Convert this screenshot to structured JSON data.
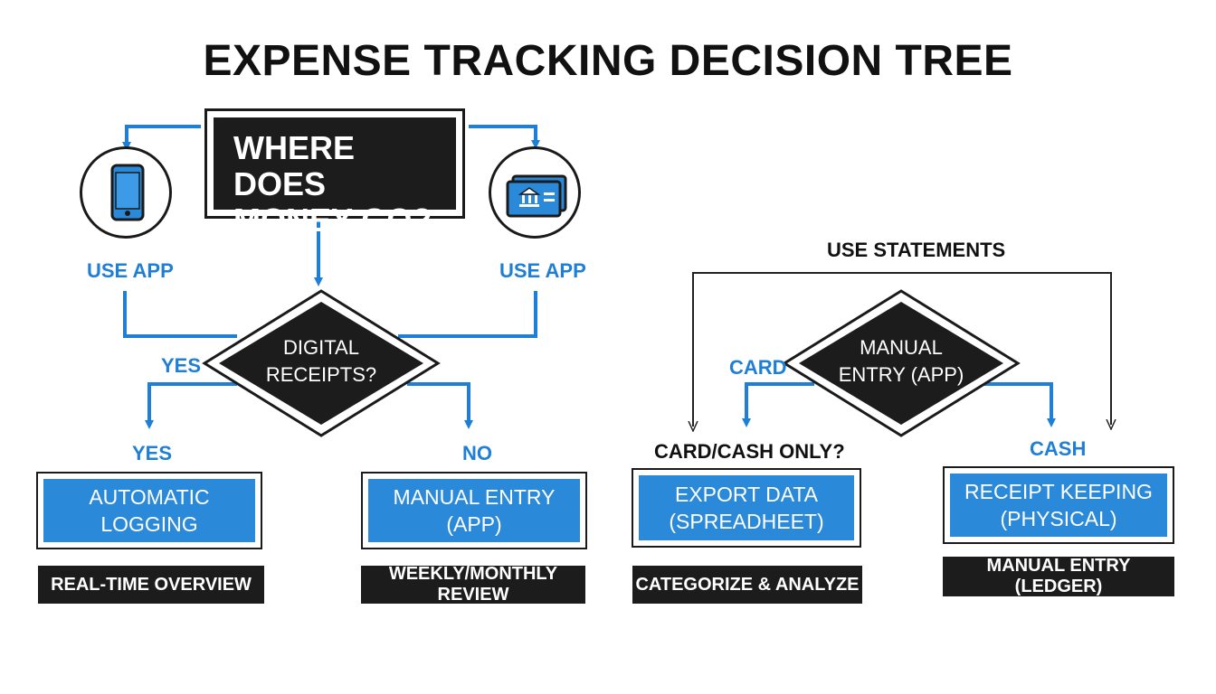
{
  "title": "EXPENSE TRACKING DECISION TREE",
  "root": {
    "line1": "WHERE DOES",
    "line2": "MONEY GO?"
  },
  "left_icon": {
    "icon": "phone-icon",
    "label": "USE APP"
  },
  "right_icon": {
    "icon": "bank-card-icon",
    "label": "USE APP"
  },
  "diamond_left": {
    "line1": "DIGITAL",
    "line2": "RECEIPTS?"
  },
  "diamond_right": {
    "line1": "MANUAL",
    "line2": "ENTRY (APP)"
  },
  "labels": {
    "yes_top": "YES",
    "yes_branch": "YES",
    "no_branch": "NO",
    "use_statements": "USE STATEMENTS",
    "card": "CARD",
    "card_cash_only": "CARD/CASH ONLY?",
    "cash": "CASH"
  },
  "boxes": [
    {
      "line1": "AUTOMATIC",
      "line2": "LOGGING",
      "note": "REAL-TIME OVERVIEW"
    },
    {
      "line1": "MANUAL ENTRY",
      "line2": "(APP)",
      "note": "WEEKLY/MONTHLY REVIEW"
    },
    {
      "line1": "EXPORT DATA",
      "line2": "(SPREADHEET)",
      "note": "CATEGORIZE & ANALYZE"
    },
    {
      "line1": "RECEIPT KEEPING",
      "line2": "(PHYSICAL)",
      "note": "MANUAL ENTRY (LEDGER)"
    }
  ],
  "colors": {
    "accent_blue": "#2a8ad9",
    "label_blue": "#1f7fd6",
    "dark": "#1c1c1c"
  }
}
